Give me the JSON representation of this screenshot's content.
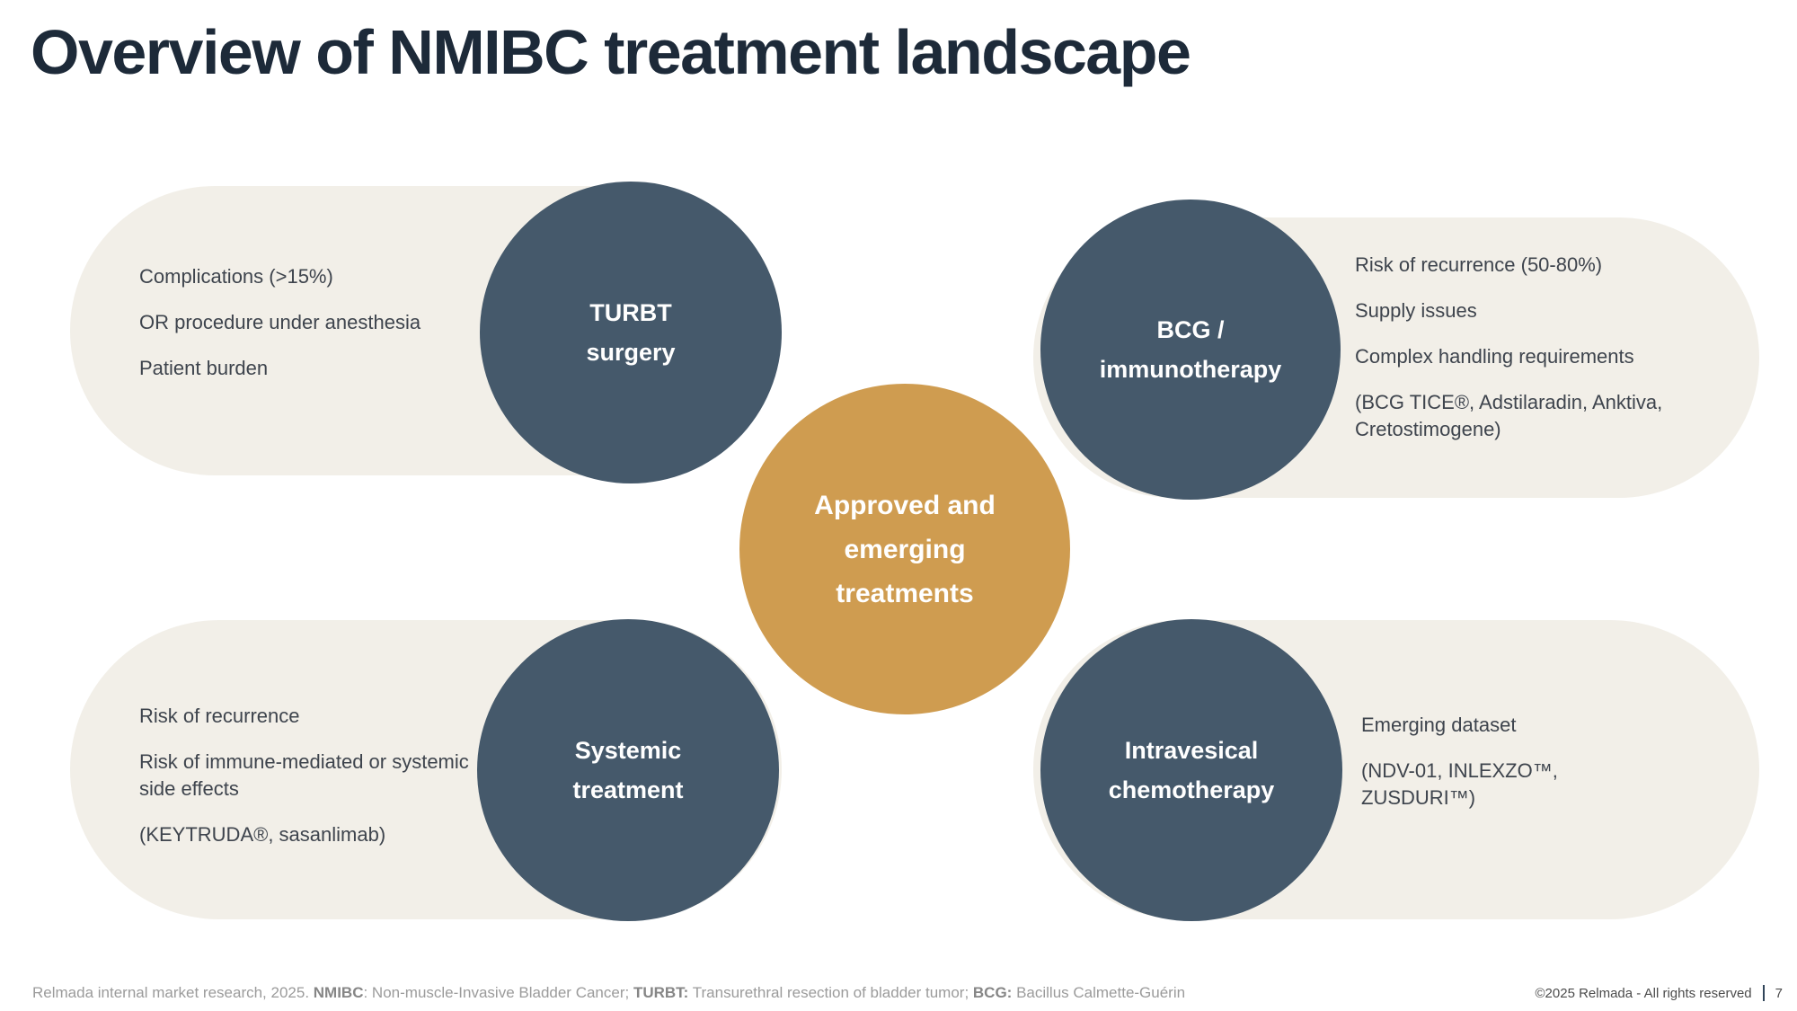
{
  "slide": {
    "title": "Overview of NMIBC treatment landscape"
  },
  "center_circle": {
    "lines": [
      "Approved and",
      "emerging",
      "treatments"
    ]
  },
  "quadrants": {
    "turbt": {
      "circle_lines": [
        "TURBT",
        "surgery"
      ],
      "bullets": [
        "Complications (>15%)",
        "OR procedure under anesthesia",
        "Patient burden"
      ]
    },
    "bcg": {
      "circle_lines": [
        "BCG /",
        "immunotherapy"
      ],
      "bullets": [
        "Risk of recurrence (50-80%)",
        "Supply issues",
        "Complex handling requirements",
        "(BCG TICE®, Adstilaradin, Anktiva, Cretostimogene)"
      ]
    },
    "systemic": {
      "circle_lines": [
        "Systemic",
        "treatment"
      ],
      "bullets": [
        "Risk of recurrence",
        "Risk of immune-mediated or systemic side effects",
        "(KEYTRUDA®, sasanlimab)"
      ]
    },
    "intravesical": {
      "circle_lines": [
        "Intravesical",
        "chemotherapy"
      ],
      "bullets": [
        "Emerging dataset",
        "(NDV-01, INLEXZO™, ZUSDURI™)"
      ]
    }
  },
  "footer": {
    "segments": [
      {
        "text": "Relmada internal market research, 2025. ",
        "bold": false
      },
      {
        "text": "NMIBC",
        "bold": true
      },
      {
        "text": ": Non-muscle-Invasive Bladder Cancer; ",
        "bold": false
      },
      {
        "text": "TURBT:",
        "bold": true
      },
      {
        "text": " Transurethral resection of bladder tumor; ",
        "bold": false
      },
      {
        "text": "BCG:",
        "bold": true
      },
      {
        "text": " Bacillus Calmette-Guérin",
        "bold": false
      }
    ],
    "copyright": "©2025 Relmada - All rights reserved",
    "page": "7"
  },
  "colors": {
    "pill": "#f2efe8",
    "navy": "#45596b",
    "gold": "#cf9c50",
    "title": "#1d2a39",
    "text": "#3e444d",
    "footnote": "#9b9b9b",
    "copyright": "#4c4c4c"
  }
}
